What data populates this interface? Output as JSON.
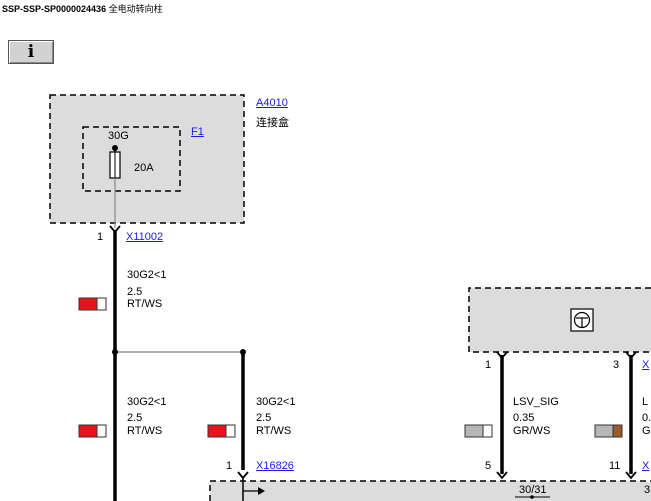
{
  "header": {
    "doc_id": "SSP-SSP-SP0000024436",
    "doc_title": "全电动转向柱"
  },
  "toolbar": {
    "info_label": "i"
  },
  "junction_box": {
    "id": "A4010",
    "name": "连接盒",
    "fuse_ref": "F1",
    "fuse_node": "30G",
    "fuse_rating": "20A"
  },
  "connectors": {
    "top": {
      "pin": "1",
      "id": "X11002"
    },
    "mid": {
      "pin": "1",
      "id": "X16826"
    },
    "right_pins": {
      "a": "1",
      "b": "3",
      "c": "5",
      "d": "11"
    },
    "right_partial_top": "X",
    "right_partial_bottom": "X"
  },
  "wires": {
    "w1": {
      "signal": "30G2<1",
      "size": "2.5",
      "color": "RT/WS"
    },
    "w2": {
      "signal": "30G2<1",
      "size": "2.5",
      "color": "RT/WS"
    },
    "w3": {
      "signal": "30G2<1",
      "size": "2.5",
      "color": "RT/WS"
    },
    "w4": {
      "signal": "LSV_SIG",
      "size": "0.35",
      "color": "GR/WS"
    },
    "w5_partial": {
      "signal": "L",
      "size": "0.",
      "color": "G"
    }
  },
  "bottom_bus": {
    "label": "30/31",
    "partial_right": "3"
  },
  "colors": {
    "red": "#e8141c",
    "grey": "#b7b7b7",
    "brown": "#9b5a2a",
    "box_fill": "#dcdcdc",
    "link": "#1a1aee"
  }
}
